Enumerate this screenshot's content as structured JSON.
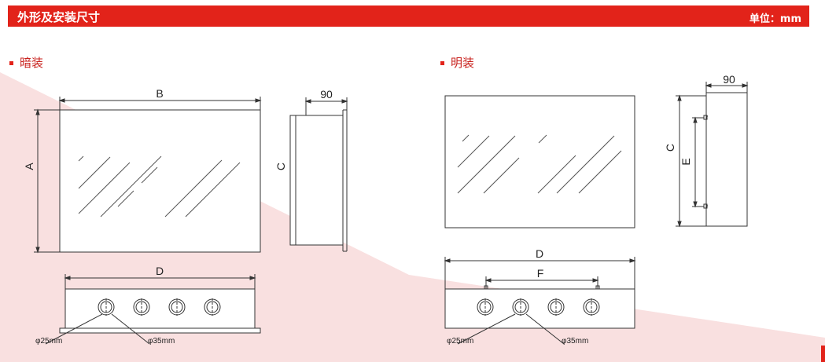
{
  "header": {
    "title": "外形及安装尺寸",
    "unit": "单位：mm"
  },
  "sections": {
    "left": "暗装",
    "right": "明装"
  },
  "labels": {
    "A": "A",
    "B": "B",
    "C": "C",
    "D": "D",
    "E": "E",
    "F": "F",
    "depth": "90",
    "phi25": "φ25mm",
    "phi35": "φ35mm"
  },
  "colors": {
    "accent": "#e2231a",
    "line": "#333333",
    "wedge": "#f7dada"
  }
}
